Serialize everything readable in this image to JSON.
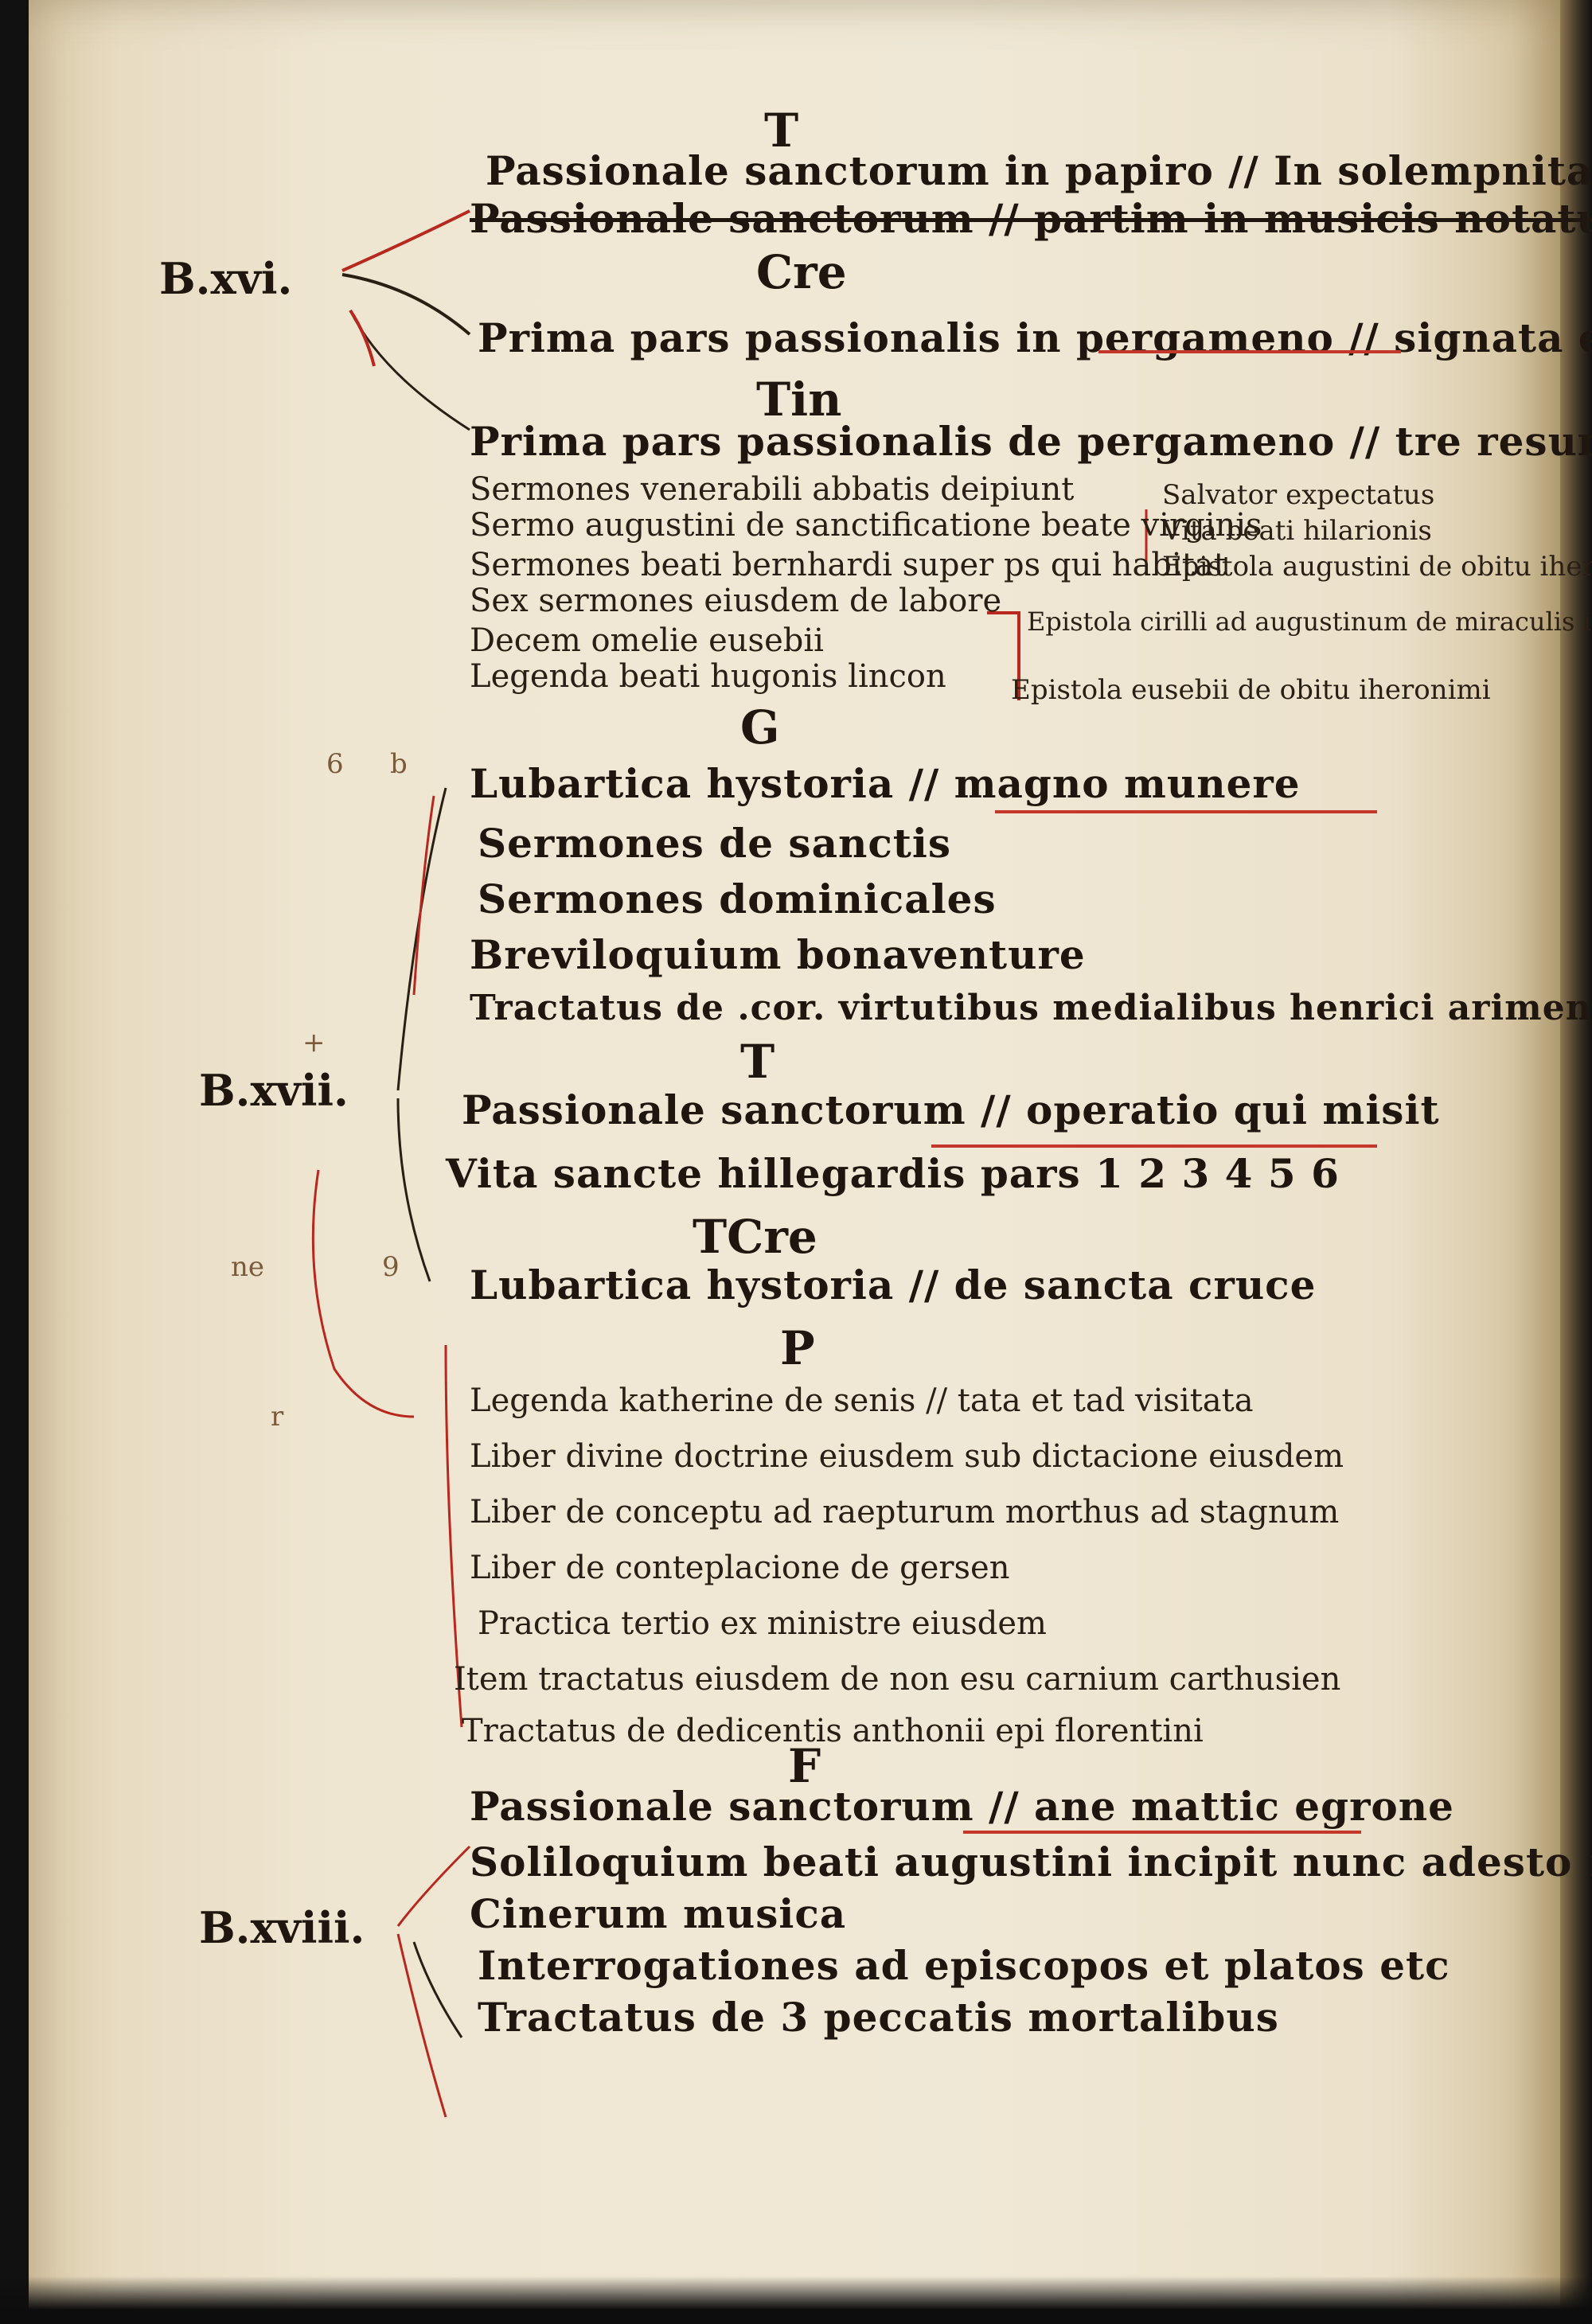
{
  "manuscript": {
    "sections": [
      {
        "heading": "T",
        "lines": [
          "Passionale sanctorum in papiro // In solempnitatibus utebatur",
          "Passionale sanctorum // partim in musicis notatum"
        ]
      },
      {
        "heading": "Cre",
        "lines": [
          "Prima pars passionalis in pergameno // signata et tabulata"
        ]
      },
      {
        "heading": "Tin",
        "lines": [
          "Prima pars passionalis de pergameno // tre resurrectio",
          "Sermones venerabili abbatis deipiunt",
          "Sermo augustini de sanctificatione beate virginis",
          "Sermones beati bernhardi super ps qui habitat",
          "Sex sermones eiusdem de labore",
          "Decem omelie eusebii",
          "Legenda beati hugonis lincon",
          "Salvator expectatus",
          "Vita beati hilarionis",
          "Epistola augustini de obitu iheronimi",
          "Epistola cirilli ad augustinum de miraculis iheronimi",
          "Epistola eusebii de obitu iheronimi"
        ]
      },
      {
        "heading": "G",
        "lines": [
          "Lubartica hystoria // magno munere",
          "Sermones de sanctis",
          "Sermones dominicales",
          "Breviloquium bonaventure",
          "Tractatus de .cor. virtutibus medialibus henrici arimensis"
        ]
      },
      {
        "heading": "T",
        "lines": [
          "Passionale sanctorum // operatio qui misit",
          "Vita sancte hillegardis pars 1 2 3 4 5 6"
        ]
      },
      {
        "heading": "TCre",
        "lines": [
          "Lubartica hystoria // de sancta cruce"
        ]
      },
      {
        "heading": "P",
        "lines": [
          "Legenda katherine de senis // tata et tad visitata",
          "Liber divine doctrine eiusdem sub dictacione eiusdem",
          "Liber de conceptu ad raepturum morthus ad stagnum",
          "Liber de conteplacione de gersen",
          "Practica tertio ex ministre eiusdem",
          "Item tractatus eiusdem de non esu carnium carthusien",
          "Tractatus de dedicentis anthonii epi florentini"
        ]
      },
      {
        "heading": "F",
        "lines": [
          "Passionale sanctorum // ane mattic egrone",
          "Soliloquium beati augustini incipit nunc adesto mi",
          "Cinerum musica",
          "Interrogationes ad episcopos et platos etc",
          "Tractatus de 3 peccatis mortalibus"
        ]
      }
    ],
    "shelfmarks": [
      "B.xvi.",
      "B.xvii.",
      "B.xviii."
    ],
    "margin_notes": [
      "6",
      "b",
      "+",
      "ne",
      "9",
      "r"
    ]
  }
}
